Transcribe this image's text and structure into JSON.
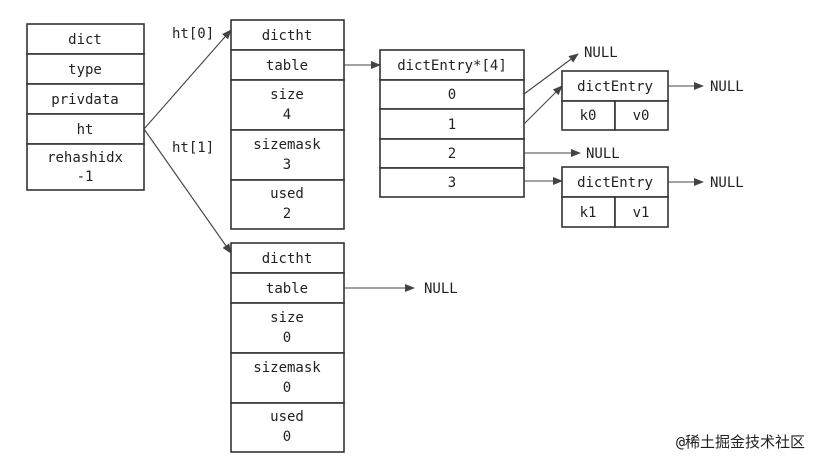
{
  "dict": {
    "fields": [
      {
        "id": "dict",
        "lines": [
          "dict"
        ]
      },
      {
        "id": "type",
        "lines": [
          "type"
        ]
      },
      {
        "id": "privdata",
        "lines": [
          "privdata"
        ]
      },
      {
        "id": "ht",
        "lines": [
          "ht"
        ]
      },
      {
        "id": "rehashidx",
        "lines": [
          "rehashidx",
          "-1"
        ]
      }
    ]
  },
  "ht_labels": [
    "ht[0]",
    "ht[1]"
  ],
  "ht0": {
    "fields": [
      {
        "id": "dictht",
        "lines": [
          "dictht"
        ]
      },
      {
        "id": "table",
        "lines": [
          "table"
        ]
      },
      {
        "id": "size",
        "lines": [
          "size",
          "4"
        ]
      },
      {
        "id": "sizemask",
        "lines": [
          "sizemask",
          "3"
        ]
      },
      {
        "id": "used",
        "lines": [
          "used",
          "2"
        ]
      }
    ]
  },
  "ht1": {
    "fields": [
      {
        "id": "dictht",
        "lines": [
          "dictht"
        ]
      },
      {
        "id": "table",
        "lines": [
          "table"
        ]
      },
      {
        "id": "size",
        "lines": [
          "size",
          "0"
        ]
      },
      {
        "id": "sizemask",
        "lines": [
          "sizemask",
          "0"
        ]
      },
      {
        "id": "used",
        "lines": [
          "used",
          "0"
        ]
      }
    ]
  },
  "table_array": {
    "title": "dictEntry*[4]",
    "slots": [
      "0",
      "1",
      "2",
      "3"
    ]
  },
  "entries": [
    {
      "title": "dictEntry",
      "key": "k0",
      "value": "v0"
    },
    {
      "title": "dictEntry",
      "key": "k1",
      "value": "v1"
    }
  ],
  "null_label": "NULL",
  "watermark": "@稀土掘金技术社区"
}
